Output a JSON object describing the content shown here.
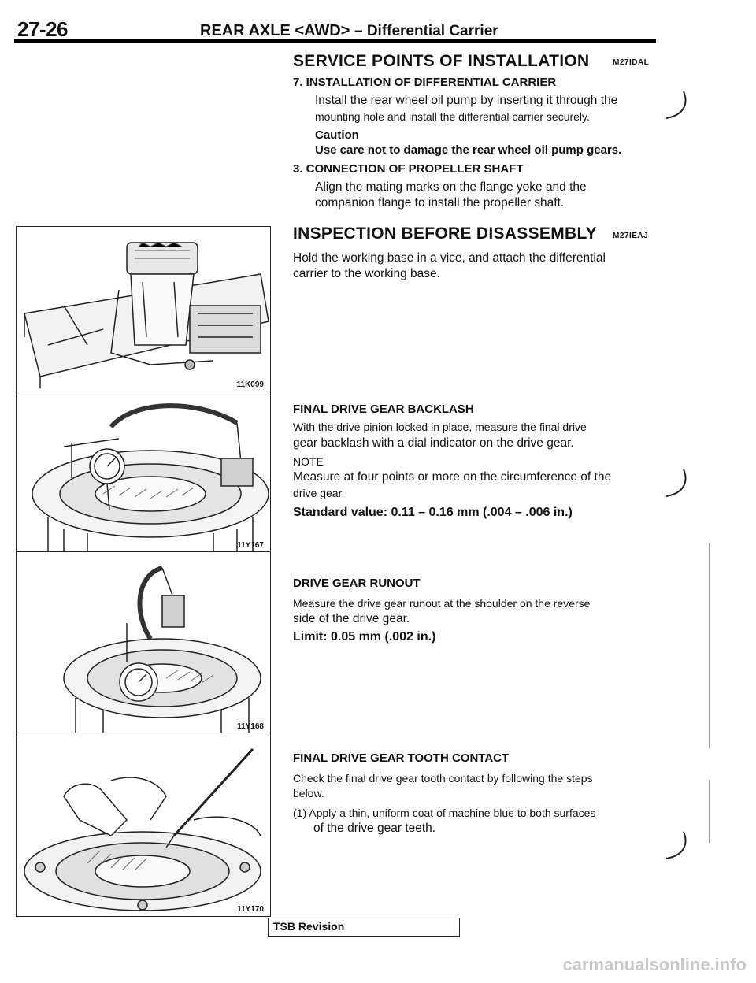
{
  "header": {
    "page_number": "27-26",
    "title_main": "REAR AXLE <AWD>",
    "title_sub": "– Differential Carrier"
  },
  "section_install": {
    "heading": "SERVICE POINTS OF INSTALLATION",
    "code": "M27IDAL",
    "step7_title": "7. INSTALLATION OF DIFFERENTIAL CARRIER",
    "step7_line1": "Install the rear wheel oil pump by inserting it through the",
    "step7_line2": "mounting hole and install the differential carrier securely.",
    "caution_label": "Caution",
    "caution_text": "Use care not to damage the rear wheel oil pump gears.",
    "step3_title": "3. CONNECTION OF PROPELLER SHAFT",
    "step3_line1": "Align the mating marks on the flange yoke and the",
    "step3_line2": "companion flange to install the propeller shaft."
  },
  "section_inspect": {
    "heading": "INSPECTION BEFORE DISASSEMBLY",
    "code": "M27IEAJ",
    "line1": "Hold the working base in a vice, and attach the differential",
    "line2": "carrier to the working base."
  },
  "backlash": {
    "title": "FINAL DRIVE GEAR BACKLASH",
    "line1": "With the drive pinion locked in place, measure the final drive",
    "line2": "gear backlash with a dial indicator on the drive gear.",
    "note_label": "NOTE",
    "note_line1": "Measure at four points or more on the circumference of the",
    "note_line2": "drive gear.",
    "standard": "Standard value: 0.11 – 0.16 mm (.004 – .006 in.)"
  },
  "runout": {
    "title": "DRIVE GEAR RUNOUT",
    "line1": "Measure the drive gear runout at the shoulder on the reverse",
    "line2": "side of the drive gear.",
    "limit": "Limit: 0.05 mm (.002 in.)"
  },
  "tooth_contact": {
    "title": "FINAL DRIVE GEAR TOOTH CONTACT",
    "line1": "Check the final drive gear tooth contact by following the steps",
    "line2": "below.",
    "step1_line1": "(1) Apply a thin, uniform coat of machine blue to both surfaces",
    "step1_line2": "of the drive gear teeth."
  },
  "figures": {
    "fig1_code": "11K099",
    "fig2_code": "11Y167",
    "fig3_code": "11Y168",
    "fig4_code": "11Y170"
  },
  "footer": {
    "tsb": "TSB Revision",
    "watermark": "carmanualsonline.info"
  }
}
